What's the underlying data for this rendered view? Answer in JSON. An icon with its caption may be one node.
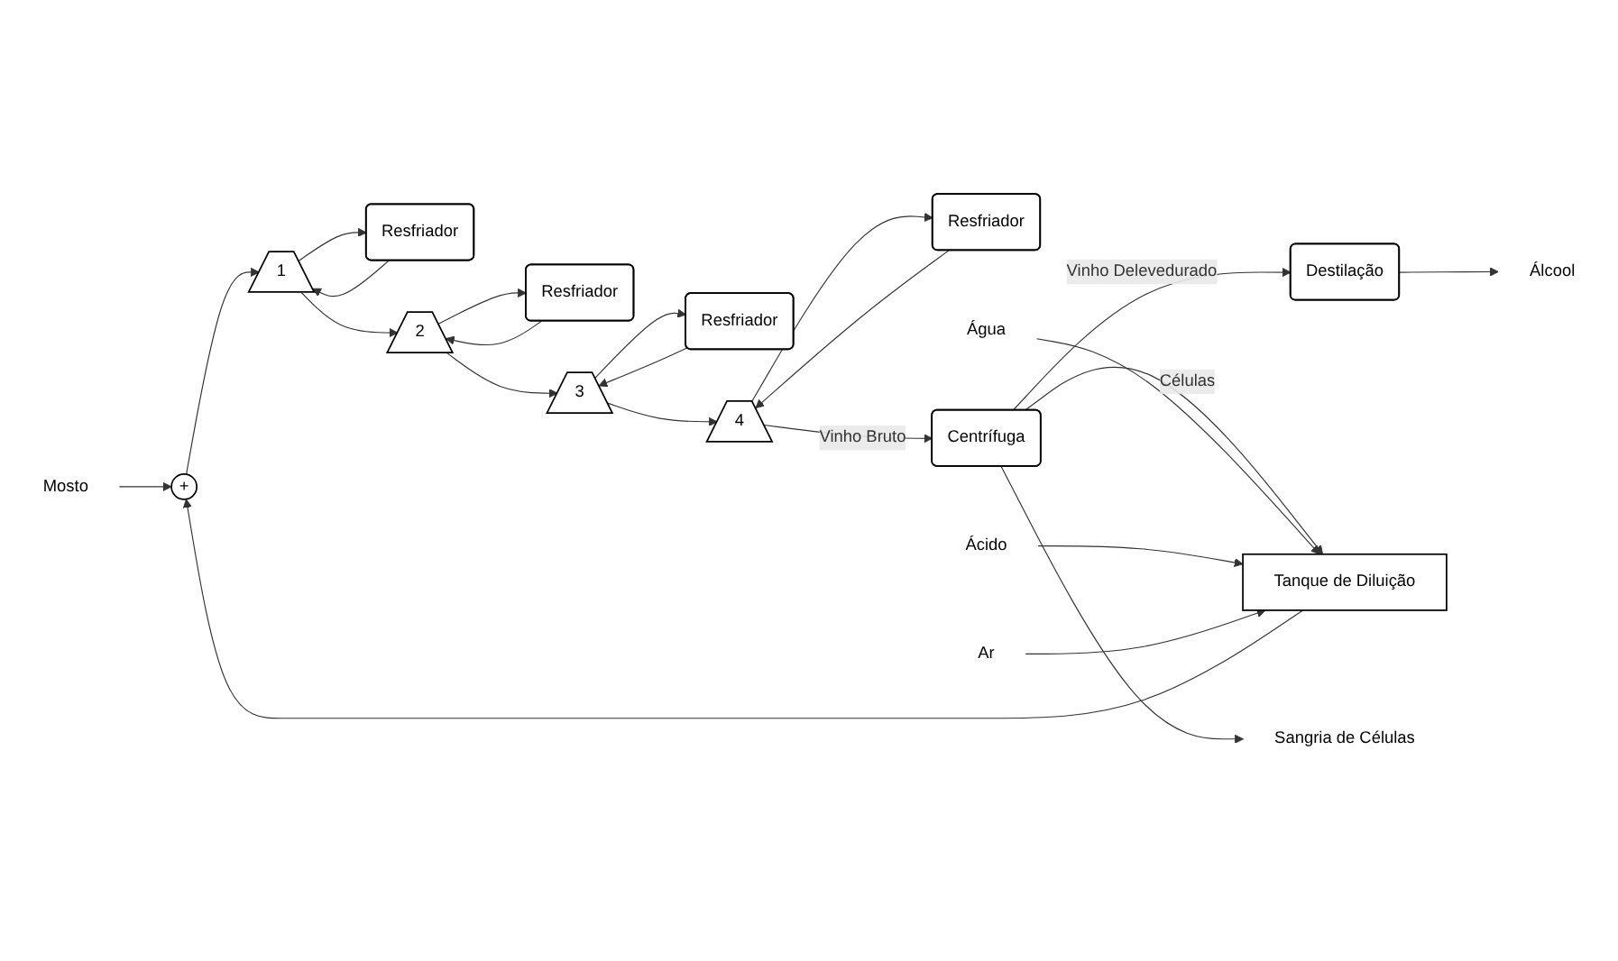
{
  "diagram": {
    "nodes": [
      {
        "text": [
          "Mosto"
        ]
      },
      {
        "text": [
          "+"
        ]
      },
      {
        "text": [
          "1"
        ]
      },
      {
        "text": [
          "Resfriador"
        ]
      },
      {
        "text": [
          "2"
        ]
      },
      {
        "text": [
          "Resfriador"
        ]
      },
      {
        "text": [
          "3"
        ]
      },
      {
        "text": [
          "Resfriador"
        ]
      },
      {
        "text": [
          "4"
        ]
      },
      {
        "text": [
          "Resfriador"
        ]
      },
      {
        "text": [
          "Centrífuga"
        ]
      },
      {
        "text": [
          "Destilação"
        ]
      },
      {
        "text": [
          "Tanque de Diluição"
        ]
      },
      {
        "text": [
          "Água"
        ]
      },
      {
        "text": [
          "Ácido"
        ]
      },
      {
        "text": [
          "Ar"
        ]
      },
      {
        "text": [
          "Sangria de Células"
        ]
      },
      {
        "text": [
          "Álcool"
        ]
      }
    ],
    "edges": [
      {
        "from": 0,
        "to": 1,
        "arrow": "to"
      },
      {
        "from": 1,
        "to": 2,
        "arrow": "to"
      },
      {
        "from": 2,
        "to": 3,
        "arrow": "to"
      },
      {
        "from": 3,
        "to": 2,
        "arrow": "to"
      },
      {
        "from": 2,
        "to": 4,
        "arrow": "to"
      },
      {
        "from": 4,
        "to": 5,
        "arrow": "to"
      },
      {
        "from": 5,
        "to": 4,
        "arrow": "to"
      },
      {
        "from": 4,
        "to": 6,
        "arrow": "to"
      },
      {
        "from": 6,
        "to": 7,
        "arrow": "to"
      },
      {
        "from": 7,
        "to": 6,
        "arrow": "to"
      },
      {
        "from": 6,
        "to": 8,
        "arrow": "to"
      },
      {
        "from": 8,
        "to": 9,
        "arrow": "to"
      },
      {
        "from": 9,
        "to": 8,
        "arrow": "to"
      },
      {
        "from": 8,
        "to": 10,
        "label": "Vinho Bruto",
        "arrow": "to"
      },
      {
        "from": 10,
        "to": 12,
        "label": "Células",
        "arrow": "to"
      },
      {
        "from": 10,
        "to": 16,
        "arrow": "to"
      },
      {
        "from": 10,
        "to": 11,
        "label": "Vinho Delevedurado",
        "arrow": "to"
      },
      {
        "from": 11,
        "to": 17,
        "arrow": "to"
      },
      {
        "from": 13,
        "to": 12,
        "arrow": "to"
      },
      {
        "from": 14,
        "to": 12,
        "arrow": "to"
      },
      {
        "from": 15,
        "to": 12,
        "arrow": "to"
      },
      {
        "from": 12,
        "to": 1,
        "arrow": "to"
      }
    ]
  }
}
